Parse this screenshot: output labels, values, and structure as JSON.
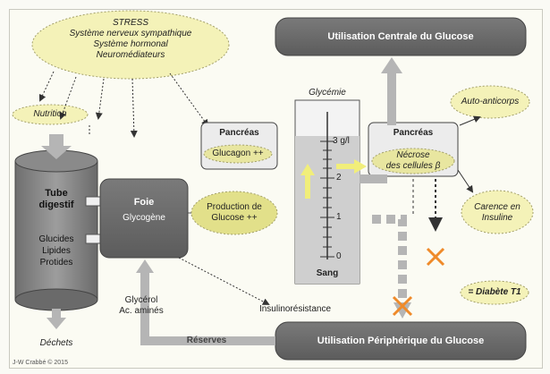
{
  "stress": {
    "lines": [
      "STRESS",
      "Système nerveux sympathique",
      "Système hormonal",
      "Neuromédiateurs"
    ]
  },
  "nutrition": "Nutrition",
  "tube": {
    "title_lines": [
      "Tube",
      "digestif"
    ],
    "contents": [
      "Glucides",
      "Lipides",
      "Protides"
    ]
  },
  "dechets": "Déchets",
  "foie": {
    "title": "Foie",
    "subtitle": "Glycogène"
  },
  "pancreas_left": {
    "title": "Pancréas",
    "hormone": "Glucagon ++"
  },
  "production": [
    "Production de",
    "Glucose ++"
  ],
  "glycemie_title": "Glycémie",
  "gauge": {
    "ticks": [
      "3 g/l",
      "2",
      "1",
      "0"
    ],
    "footer": "Sang"
  },
  "pancreas_right": {
    "title": "Pancréas",
    "lines": [
      "Nécrose",
      "des cellules β"
    ]
  },
  "auto_anticorps": "Auto-anticorps",
  "carence": [
    "Carence en",
    "Insuline"
  ],
  "diabete": "= Diabète T1",
  "central": "Utilisation Centrale du Glucose",
  "peripheral": "Utilisation Périphérique du Glucose",
  "glycerol": [
    "Glycérol",
    "Ac. aminés"
  ],
  "insulinoresistance": "Insulinorésistance",
  "reserves": "Réserves",
  "credit": "J-W Crabbé © 2015",
  "colors": {
    "ellipse": "#f4f2b8",
    "ellipse_dark": "#e2e08a",
    "box_dark": "#6b6b6b",
    "box_light": "#ececec",
    "arrow_grey": "#b5b5b5",
    "cross": "#ef8a2a"
  }
}
